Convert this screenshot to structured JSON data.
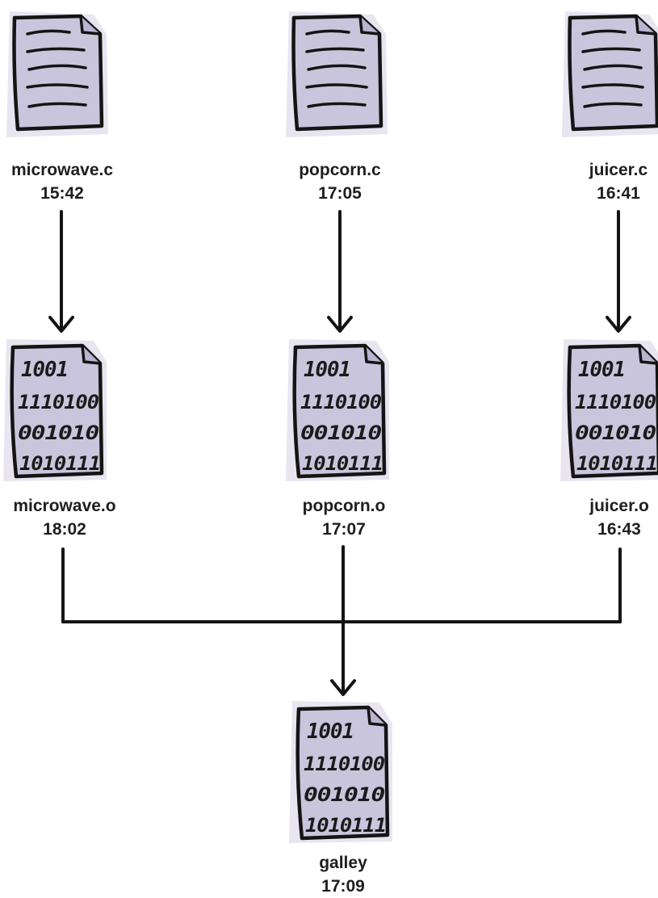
{
  "files": {
    "microwave_c": {
      "name": "microwave.c",
      "time": "15:42"
    },
    "popcorn_c": {
      "name": "popcorn.c",
      "time": "17:05"
    },
    "juicer_c": {
      "name": "juicer.c",
      "time": "16:41"
    },
    "microwave_o": {
      "name": "microwave.o",
      "time": "18:02"
    },
    "popcorn_o": {
      "name": "popcorn.o",
      "time": "17:07"
    },
    "juicer_o": {
      "name": "juicer.o",
      "time": "16:43"
    },
    "galley": {
      "name": "galley",
      "time": "17:09"
    }
  },
  "binary_lines": [
    "1001",
    "1110100",
    "001010",
    "1010111"
  ],
  "colors": {
    "paper": "#c9c5dc",
    "paper_shadow": "#e4e1ee",
    "ink": "#141414"
  },
  "icons": {
    "source": "text-document-icon",
    "object": "binary-document-icon"
  }
}
